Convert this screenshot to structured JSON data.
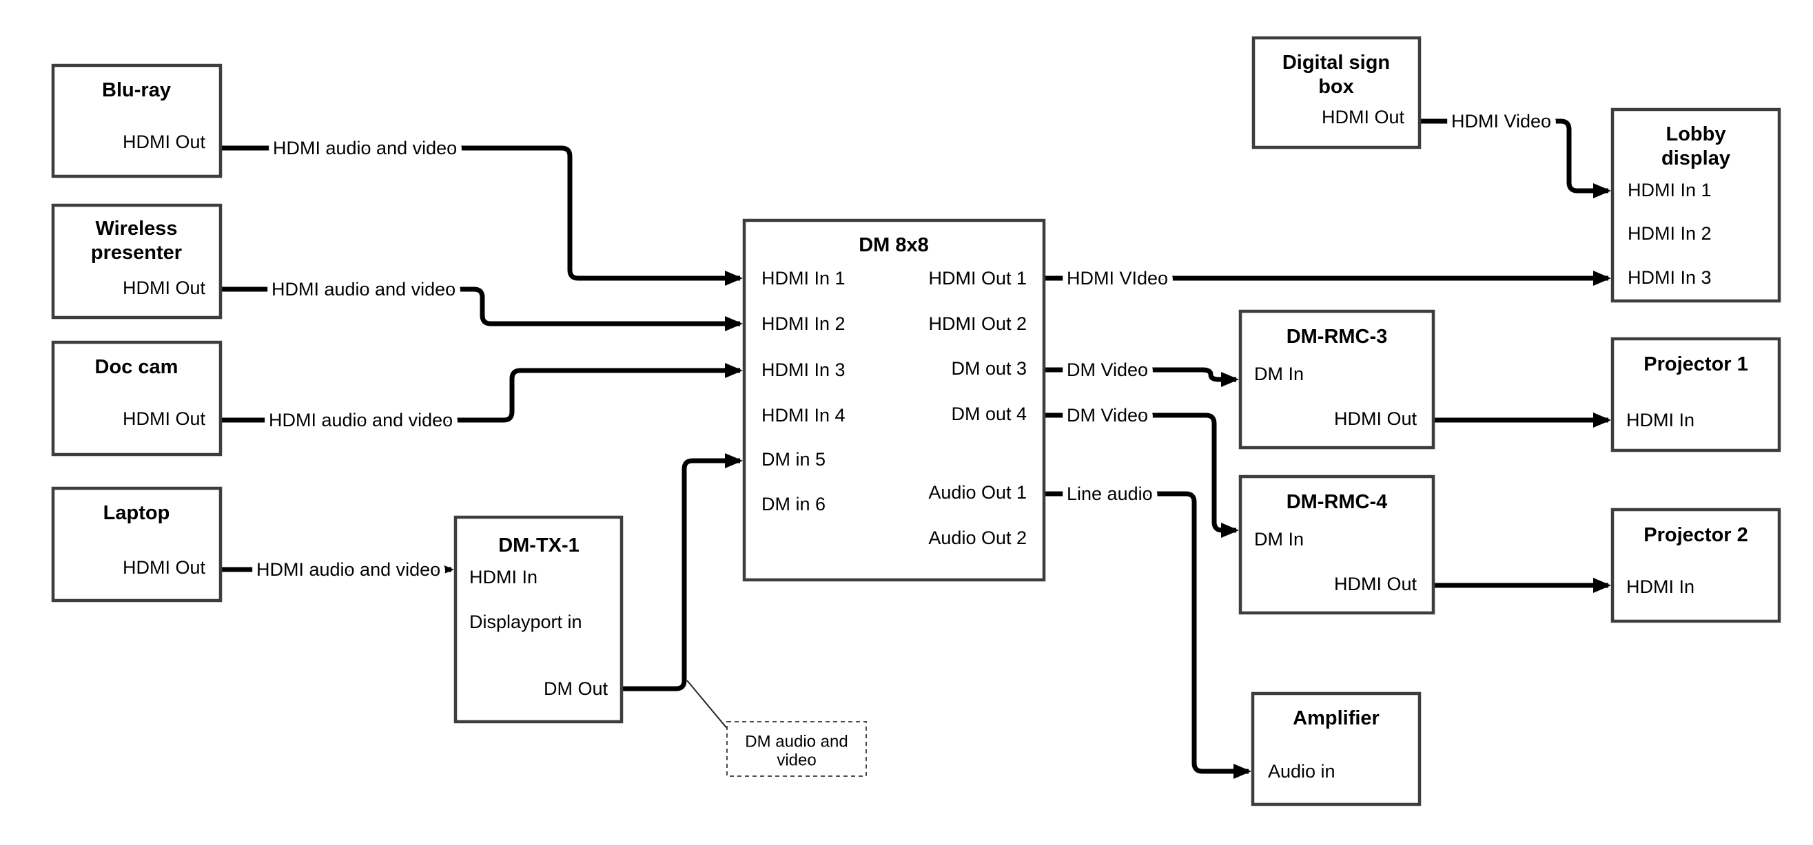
{
  "colors": {
    "background": "#ffffff",
    "box_border": "#3d3d3d",
    "wire": "#000000",
    "text": "#000000",
    "note_border": "#4d4d4d"
  },
  "diagram": {
    "nodes": {
      "bluray": {
        "title": [
          "Blu-ray"
        ],
        "ports": {
          "hdmi_out": "HDMI Out"
        }
      },
      "wireless_presenter": {
        "title": [
          "Wireless",
          "presenter"
        ],
        "ports": {
          "hdmi_out": "HDMI Out"
        }
      },
      "doc_cam": {
        "title": [
          "Doc cam"
        ],
        "ports": {
          "hdmi_out": "HDMI Out"
        }
      },
      "laptop": {
        "title": [
          "Laptop"
        ],
        "ports": {
          "hdmi_out": "HDMI Out"
        }
      },
      "dm_tx_1": {
        "title": [
          "DM-TX-1"
        ],
        "ports": {
          "hdmi_in": "HDMI In",
          "displayport_in": "Displayport in",
          "dm_out": "DM Out"
        }
      },
      "dm_8x8": {
        "title": [
          "DM 8x8"
        ],
        "ports": {
          "in1": "HDMI In 1",
          "in2": "HDMI In 2",
          "in3": "HDMI In 3",
          "in4": "HDMI In 4",
          "in5": "DM in 5",
          "in6": "DM in 6",
          "out1": "HDMI Out 1",
          "out2": "HDMI Out 2",
          "out3": "DM out 3",
          "out4": "DM out 4",
          "audio1": "Audio Out 1",
          "audio2": "Audio Out 2"
        }
      },
      "digital_sign_box": {
        "title": [
          "Digital sign",
          "box"
        ],
        "ports": {
          "hdmi_out": "HDMI Out"
        }
      },
      "lobby_display": {
        "title": [
          "Lobby",
          "display"
        ],
        "ports": {
          "in1": "HDMI In 1",
          "in2": "HDMI In 2",
          "in3": "HDMI In 3"
        }
      },
      "dm_rmc_3": {
        "title": [
          "DM-RMC-3"
        ],
        "ports": {
          "dm_in": "DM In",
          "hdmi_out": "HDMI Out"
        }
      },
      "projector_1": {
        "title": [
          "Projector 1"
        ],
        "ports": {
          "hdmi_in": "HDMI In"
        }
      },
      "dm_rmc_4": {
        "title": [
          "DM-RMC-4"
        ],
        "ports": {
          "dm_in": "DM In",
          "hdmi_out": "HDMI Out"
        }
      },
      "projector_2": {
        "title": [
          "Projector 2"
        ],
        "ports": {
          "hdmi_in": "HDMI In"
        }
      },
      "amplifier": {
        "title": [
          "Amplifier"
        ],
        "ports": {
          "audio_in": "Audio in"
        }
      }
    },
    "edges": {
      "bluray_to_dm8x8_in1": {
        "label": "HDMI audio and video"
      },
      "wireless_to_dm8x8_in2": {
        "label": "HDMI audio and video"
      },
      "doccam_to_dm8x8_in3": {
        "label": "HDMI audio and video"
      },
      "laptop_to_dmtx1": {
        "label": "HDMI audio and video"
      },
      "dm8x8_out1_to_lobby_in3": {
        "label": "HDMI VIdeo"
      },
      "dm8x8_out3_to_rmc3": {
        "label": "DM Video"
      },
      "dm8x8_out4_to_rmc4": {
        "label": "DM Video"
      },
      "dm8x8_audio1_to_amplifier": {
        "label": "Line audio"
      },
      "digitalsign_to_lobby_in1": {
        "label": "HDMI Video"
      }
    },
    "note": {
      "lines": [
        "DM audio and",
        "video"
      ]
    }
  }
}
